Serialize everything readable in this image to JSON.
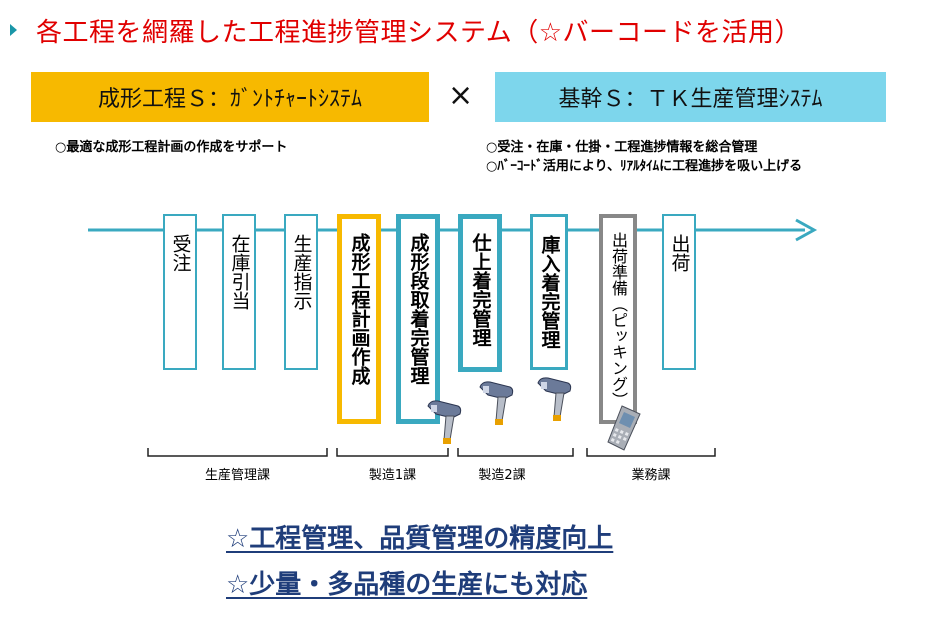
{
  "title": "各工程を網羅した工程進捗管理システム（☆バーコードを活用）",
  "systems": {
    "left": "成形工程Ｓ：ｶﾞﾝﾄﾁｬｰﾄｼｽﾃﾑ",
    "operator": "×",
    "right": "基幹Ｓ：ＴＫ生産管理ｼｽﾃﾑ",
    "left_color": "#f7b900",
    "right_color": "#7dd6ec"
  },
  "notes": {
    "left": "○最適な成形工程計画の作成をサポート",
    "right_1": "○受注・在庫・仕掛・工程進捗情報を総合管理",
    "right_2": "○ﾊﾞｰｺｰﾄﾞ活用により、ﾘｱﾙﾀｲﾑに工程進捗を吸い上げる"
  },
  "flow_color": "#3aa9c0",
  "steps": [
    {
      "label": "受注",
      "style": "normal"
    },
    {
      "label": "在庫引当",
      "style": "normal"
    },
    {
      "label": "生産指示",
      "style": "normal"
    },
    {
      "label": "成形工程計画作成",
      "style": "bold-yellow"
    },
    {
      "label": "成形段取着完管理",
      "style": "bold-blue"
    },
    {
      "label": "仕上着完管理",
      "style": "bold-blue"
    },
    {
      "label": "庫入着完管理",
      "style": "bold-blue"
    },
    {
      "label": "出荷準備（ピッキング）",
      "style": "gray"
    },
    {
      "label": "出荷",
      "style": "normal"
    }
  ],
  "departments": [
    {
      "label": "生産管理課"
    },
    {
      "label": "製造1課"
    },
    {
      "label": "製造2課"
    },
    {
      "label": "業務課"
    }
  ],
  "devices": [
    {
      "icon": "barcode-scanner-icon"
    },
    {
      "icon": "barcode-scanner-icon"
    },
    {
      "icon": "barcode-scanner-icon"
    },
    {
      "icon": "handheld-terminal-icon"
    }
  ],
  "slogans": [
    "☆工程管理、品質管理の精度向上",
    "☆少量・多品種の生産にも対応"
  ]
}
